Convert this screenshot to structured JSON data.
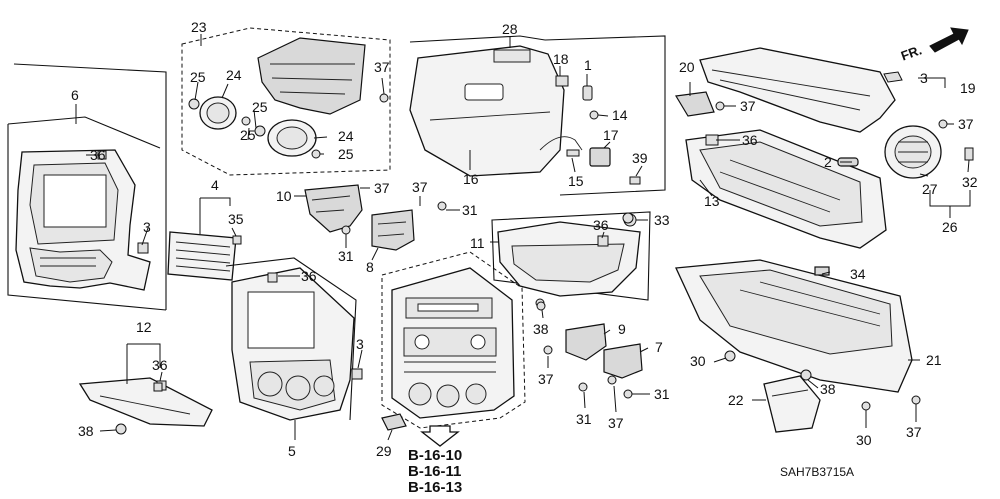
{
  "callouts": {
    "c1": "1",
    "c2": "2",
    "c3a": "3",
    "c3b": "3",
    "c3c": "3",
    "c4": "4",
    "c5": "5",
    "c6": "6",
    "c7": "7",
    "c8": "8",
    "c9": "9",
    "c10": "10",
    "c11": "11",
    "c12": "12",
    "c13": "13",
    "c14": "14",
    "c15": "15",
    "c16": "16",
    "c17": "17",
    "c18": "18",
    "c19": "19",
    "c20": "20",
    "c21": "21",
    "c22": "22",
    "c23": "23",
    "c24a": "24",
    "c24b": "24",
    "c25a": "25",
    "c25b": "25",
    "c25c": "25",
    "c25d": "25",
    "c26": "26",
    "c27": "27",
    "c28": "28",
    "c29": "29",
    "c30a": "30",
    "c30b": "30",
    "c31a": "31",
    "c31b": "31",
    "c31c": "31",
    "c31d": "31",
    "c32": "32",
    "c33": "33",
    "c34": "34",
    "c35": "35",
    "c36a": "36",
    "c36b": "36",
    "c36c": "36",
    "c36d": "36",
    "c36e": "36",
    "c37a": "37",
    "c37b": "37",
    "c37c": "37",
    "c37d": "37",
    "c37e": "37",
    "c37f": "37",
    "c37g": "37",
    "c37h": "37",
    "c38a": "38",
    "c38b": "38",
    "c38c": "38",
    "c39": "39"
  },
  "references": [
    "B-16-10",
    "B-16-11",
    "B-16-13"
  ],
  "direction_label": "FR.",
  "diagram_code": "SAH7B3715A"
}
